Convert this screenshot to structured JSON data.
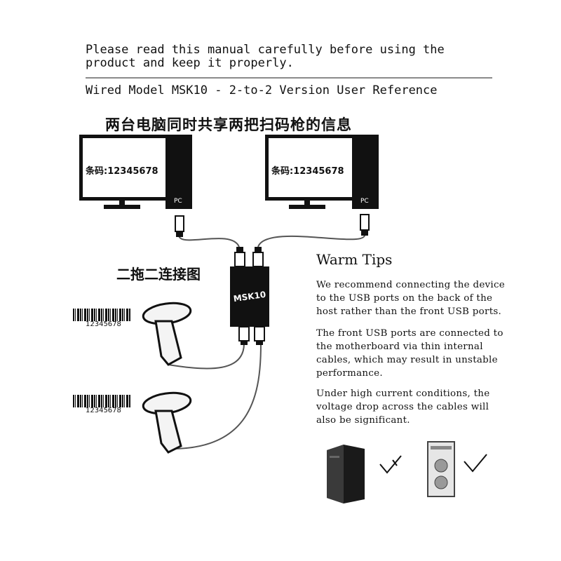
{
  "header": {
    "intro_lines": "Please read this manual carefully before using the\nproduct and keep it properly.",
    "model_title": "Wired Model MSK10 - 2-to-2 Version User Reference"
  },
  "diagram": {
    "cn_title": "两台电脑同时共享两把扫码枪的信息",
    "cn_subtitle": "二拖二连接图",
    "monitor_left_text": "条码:12345678",
    "monitor_right_text": "条码:12345678",
    "tower_label_left": "PC",
    "tower_label_right": "PC",
    "device_label": "MSK10",
    "barcode_top_number": "12345678",
    "barcode_bottom_number": "12345678"
  },
  "tips": {
    "heading": "Warm Tips",
    "paragraph_1": "We recommend connecting the device\nto the USB ports on the back of the\nhost rather than the front USB ports.",
    "paragraph_2": "The front USB ports are connected to\nthe motherboard via thin internal\ncables, which may result in unstable\nperformance.",
    "paragraph_3": "Under high current conditions, the\nvoltage drop across the cables will\nalso be significant."
  },
  "colors": {
    "text": "#111111",
    "rule": "#8a8a8a",
    "background": "#ffffff"
  },
  "icons": [
    "cursor-icon",
    "usb-plug-icon",
    "barcode-scanner-icon",
    "check-icon",
    "pc-tower-icon"
  ]
}
